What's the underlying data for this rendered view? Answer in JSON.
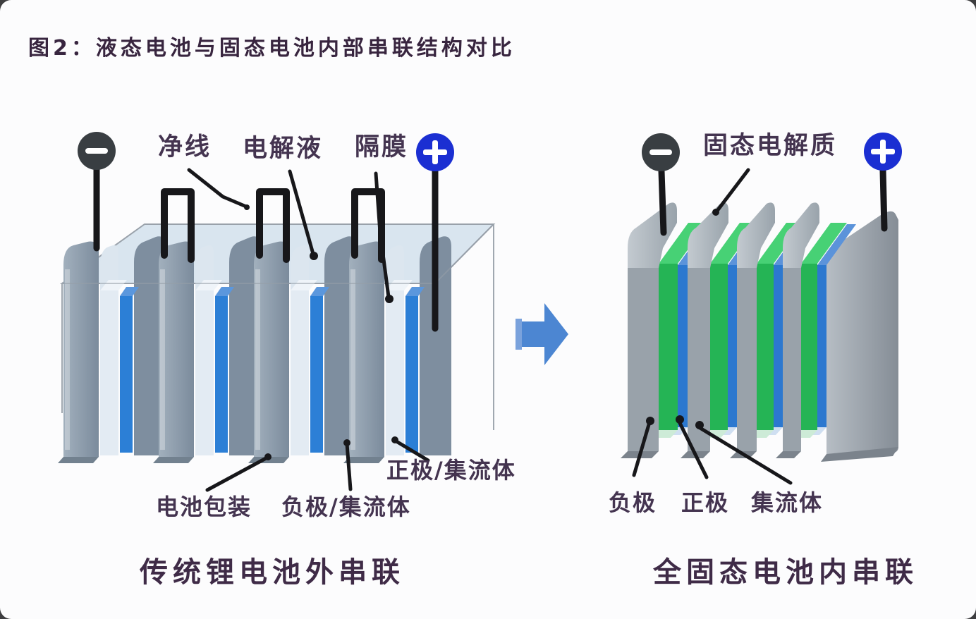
{
  "title": "图2：液态电池与固态电池内部串联结构对比",
  "left_panel": {
    "caption": "传统锂电池外串联",
    "labels": {
      "lead_wire": "净线",
      "electrolyte": "电解液",
      "separator": "隔膜",
      "packaging": "电池包装",
      "anode_collector": "负极/集流体",
      "cathode_collector": "正极/集流体"
    },
    "terminals": {
      "negative": "−",
      "positive": "+"
    }
  },
  "right_panel": {
    "caption": "全固态电池内串联",
    "labels": {
      "solid_electrolyte": "固态电解质",
      "anode": "负极",
      "cathode": "正极",
      "collector": "集流体"
    },
    "terminals": {
      "negative": "−",
      "positive": "+"
    }
  },
  "colors": {
    "terminal_positive_blue": "#1b2fd2",
    "terminal_negative_dark": "#393e42",
    "cell_gray": "#8a99a9",
    "separator_pale": "#e3ebf3",
    "electrode_blue": "#2c7fd6",
    "solid_green": "#25b455",
    "solid_blue": "#2c78cf",
    "plate_gray": "#99a2aa",
    "liquid_surface": "#d9e5ef",
    "arrow_blue": "#4c86d2",
    "wire_black": "#17171a",
    "text_dark": "#443450"
  }
}
